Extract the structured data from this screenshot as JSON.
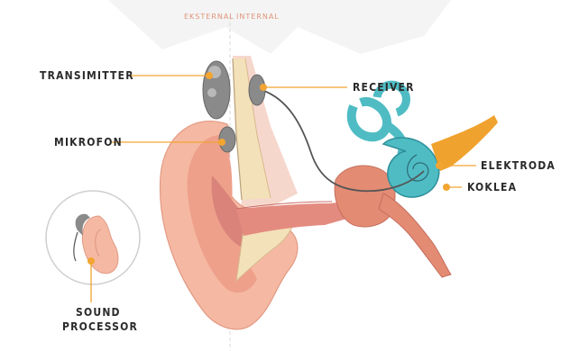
{
  "header": {
    "external_label": "EKSTERNAL",
    "internal_label": "INTERNAL"
  },
  "labels": {
    "transmitter": "TRANSIMITTER",
    "microphone": "MIKROFON",
    "receiver": "RECEIVER",
    "electrode": "ELEKTRODA",
    "cochlea": "KOKLEA",
    "sound_processor_line1": "SOUND",
    "sound_processor_line2": "PROCESSOR"
  },
  "colors": {
    "leader_line": "#f2a531",
    "skin": "#f5b9a3",
    "skin_dark": "#e7907a",
    "bone": "#f3e1b9",
    "cochlea": "#4fbcc4",
    "electrode": "#f0a22e",
    "device": "#8a8a8a",
    "divider": "#d8d8d8"
  }
}
